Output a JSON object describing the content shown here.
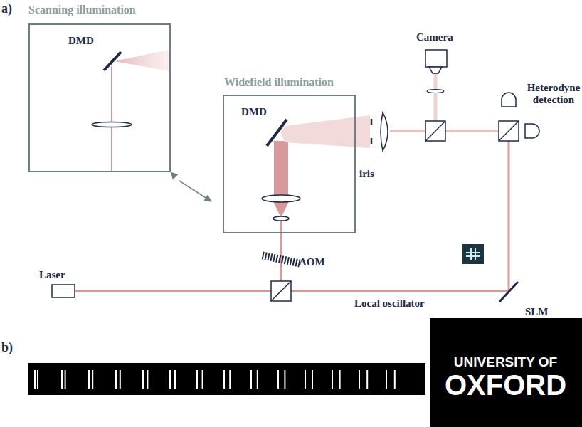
{
  "diagram": {
    "nodes": [
      {
        "text": [
          "Scanning illumination",
          "DMD"
        ]
      },
      {
        "text": [
          "Widefield illumination",
          "DMD"
        ]
      },
      {
        "text": [
          "UNIVERSITY OF OXFORD"
        ]
      }
    ],
    "edges": [
      {
        "from": 0,
        "to": 1,
        "arrow": "both"
      }
    ],
    "labels": [
      "a)",
      "iris",
      "Camera",
      "Heterodyne detection",
      "AOM",
      "Laser",
      "Local oscillator",
      "SLM",
      "b)"
    ]
  }
}
